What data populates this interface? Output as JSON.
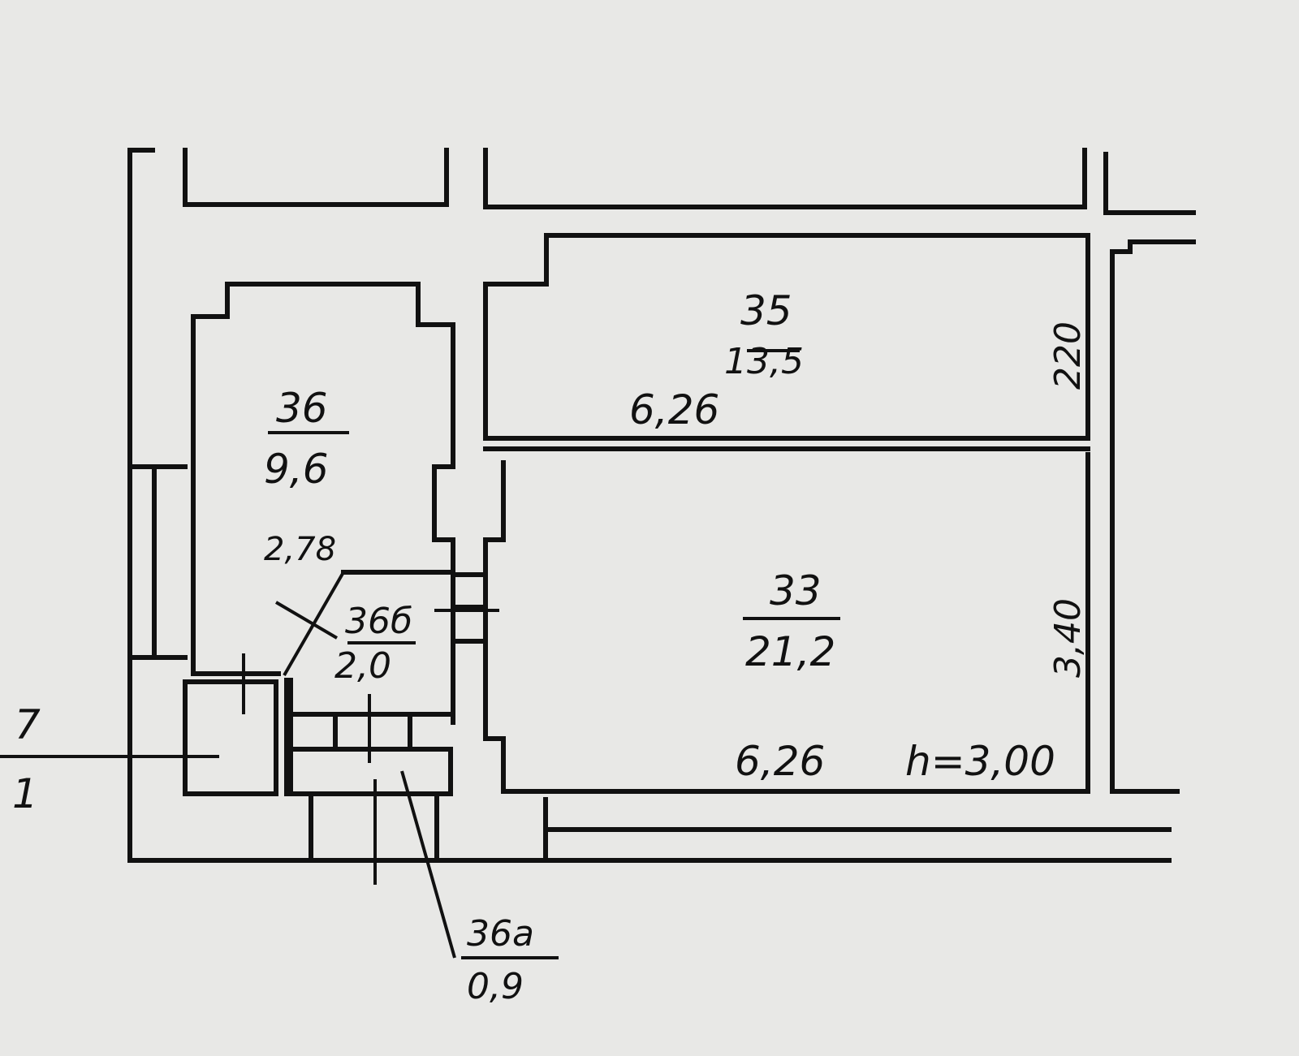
{
  "rooms": [
    {
      "id": "36",
      "area": "9,6"
    },
    {
      "id": "35",
      "area": "13,5"
    },
    {
      "id": "33",
      "area": "21,2"
    },
    {
      "id": "36б",
      "area": "2,0"
    },
    {
      "id": "36а",
      "area": "0,9"
    }
  ],
  "dimensions": {
    "room35_width": "6,26",
    "room35_depth": "220",
    "room33_width": "6,26",
    "room33_depth": "3,40",
    "diagonal": "2,78",
    "ceiling_height": "h=3,00"
  },
  "edge_label": {
    "top": "7",
    "bottom": "1"
  }
}
